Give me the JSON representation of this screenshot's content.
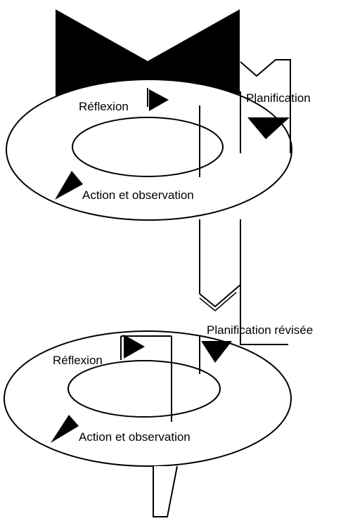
{
  "colors": {
    "ink": "#000000",
    "paper": "#ffffff"
  },
  "cycle_1": {
    "reflection": "Réflexion",
    "planning": "Planification",
    "action": "Action et observation"
  },
  "cycle_2": {
    "reflection": "Réflexion",
    "planning": "Planification  révisée",
    "action": "Action et observation"
  }
}
